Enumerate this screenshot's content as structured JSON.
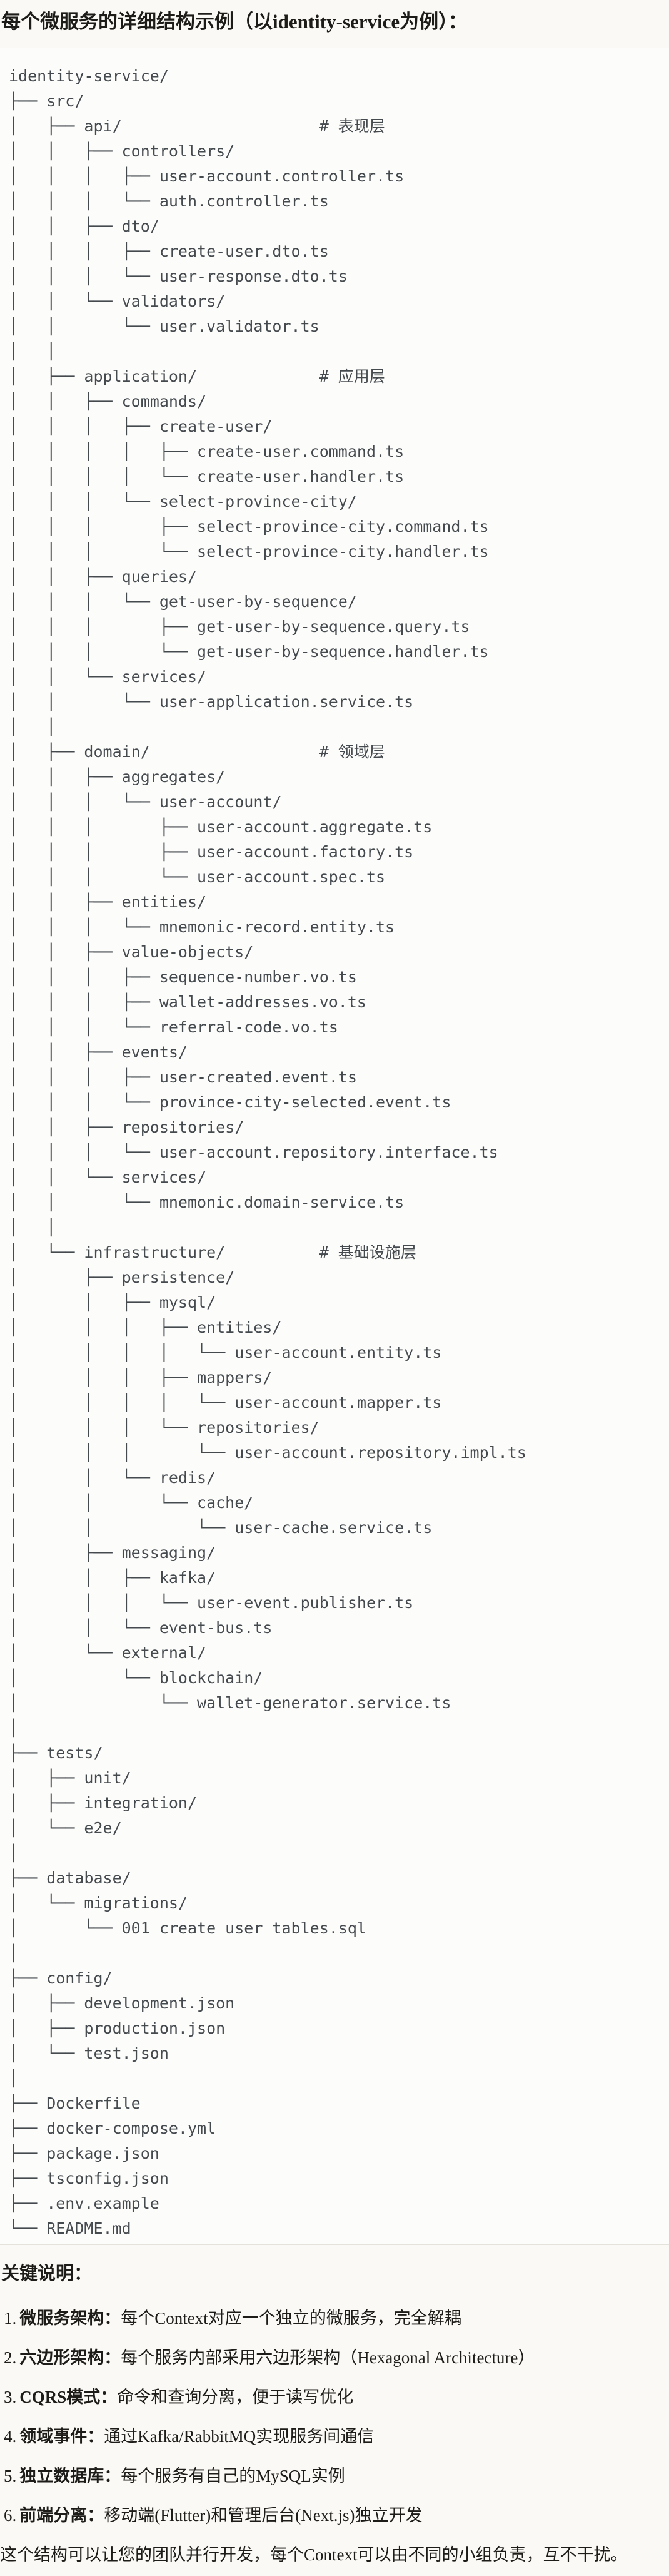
{
  "page": {
    "title": "每个微服务的详细结构示例（以identity-service为例）：",
    "colors": {
      "page_background": "#faf9f5",
      "code_background": "#fcfcfa",
      "code_border": "#e4e2db",
      "tree_text": "#454a4f",
      "body_text": "#1d1c18"
    }
  },
  "tree": {
    "lines": [
      "identity-service/",
      "├── src/",
      "│   ├── api/                     # 表现层",
      "│   │   ├── controllers/",
      "│   │   │   ├── user-account.controller.ts",
      "│   │   │   └── auth.controller.ts",
      "│   │   ├── dto/",
      "│   │   │   ├── create-user.dto.ts",
      "│   │   │   └── user-response.dto.ts",
      "│   │   └── validators/",
      "│   │       └── user.validator.ts",
      "│   │",
      "│   ├── application/             # 应用层",
      "│   │   ├── commands/",
      "│   │   │   ├── create-user/",
      "│   │   │   │   ├── create-user.command.ts",
      "│   │   │   │   └── create-user.handler.ts",
      "│   │   │   └── select-province-city/",
      "│   │   │       ├── select-province-city.command.ts",
      "│   │   │       └── select-province-city.handler.ts",
      "│   │   ├── queries/",
      "│   │   │   └── get-user-by-sequence/",
      "│   │   │       ├── get-user-by-sequence.query.ts",
      "│   │   │       └── get-user-by-sequence.handler.ts",
      "│   │   └── services/",
      "│   │       └── user-application.service.ts",
      "│   │",
      "│   ├── domain/                  # 领域层",
      "│   │   ├── aggregates/",
      "│   │   │   └── user-account/",
      "│   │   │       ├── user-account.aggregate.ts",
      "│   │   │       ├── user-account.factory.ts",
      "│   │   │       └── user-account.spec.ts",
      "│   │   ├── entities/",
      "│   │   │   └── mnemonic-record.entity.ts",
      "│   │   ├── value-objects/",
      "│   │   │   ├── sequence-number.vo.ts",
      "│   │   │   ├── wallet-addresses.vo.ts",
      "│   │   │   └── referral-code.vo.ts",
      "│   │   ├── events/",
      "│   │   │   ├── user-created.event.ts",
      "│   │   │   └── province-city-selected.event.ts",
      "│   │   ├── repositories/",
      "│   │   │   └── user-account.repository.interface.ts",
      "│   │   └── services/",
      "│   │       └── mnemonic.domain-service.ts",
      "│   │",
      "│   └── infrastructure/          # 基础设施层",
      "│       ├── persistence/",
      "│       │   ├── mysql/",
      "│       │   │   ├── entities/",
      "│       │   │   │   └── user-account.entity.ts",
      "│       │   │   ├── mappers/",
      "│       │   │   │   └── user-account.mapper.ts",
      "│       │   │   └── repositories/",
      "│       │   │       └── user-account.repository.impl.ts",
      "│       │   └── redis/",
      "│       │       └── cache/",
      "│       │           └── user-cache.service.ts",
      "│       ├── messaging/",
      "│       │   ├── kafka/",
      "│       │   │   └── user-event.publisher.ts",
      "│       │   └── event-bus.ts",
      "│       └── external/",
      "│           └── blockchain/",
      "│               └── wallet-generator.service.ts",
      "│",
      "├── tests/",
      "│   ├── unit/",
      "│   ├── integration/",
      "│   └── e2e/",
      "│",
      "├── database/",
      "│   └── migrations/",
      "│       └── 001_create_user_tables.sql",
      "│",
      "├── config/",
      "│   ├── development.json",
      "│   ├── production.json",
      "│   └── test.json",
      "│",
      "├── Dockerfile",
      "├── docker-compose.yml",
      "├── package.json",
      "├── tsconfig.json",
      "├── .env.example",
      "└── README.md"
    ]
  },
  "notes": {
    "heading": "关键说明：",
    "items": [
      {
        "num": "1.",
        "label": "微服务架构：",
        "text": "每个Context对应一个独立的微服务，完全解耦"
      },
      {
        "num": "2.",
        "label": "六边形架构：",
        "text": "每个服务内部采用六边形架构（Hexagonal Architecture）"
      },
      {
        "num": "3.",
        "label": "CQRS模式：",
        "text": "命令和查询分离，便于读写优化"
      },
      {
        "num": "4.",
        "label": "领域事件：",
        "text": "通过Kafka/RabbitMQ实现服务间通信"
      },
      {
        "num": "5.",
        "label": "独立数据库：",
        "text": "每个服务有自己的MySQL实例"
      },
      {
        "num": "6.",
        "label": "前端分离：",
        "text": "移动端(Flutter)和管理后台(Next.js)独立开发"
      }
    ],
    "footer": "这个结构可以让您的团队并行开发，每个Context可以由不同的小组负责，互不干扰。"
  }
}
